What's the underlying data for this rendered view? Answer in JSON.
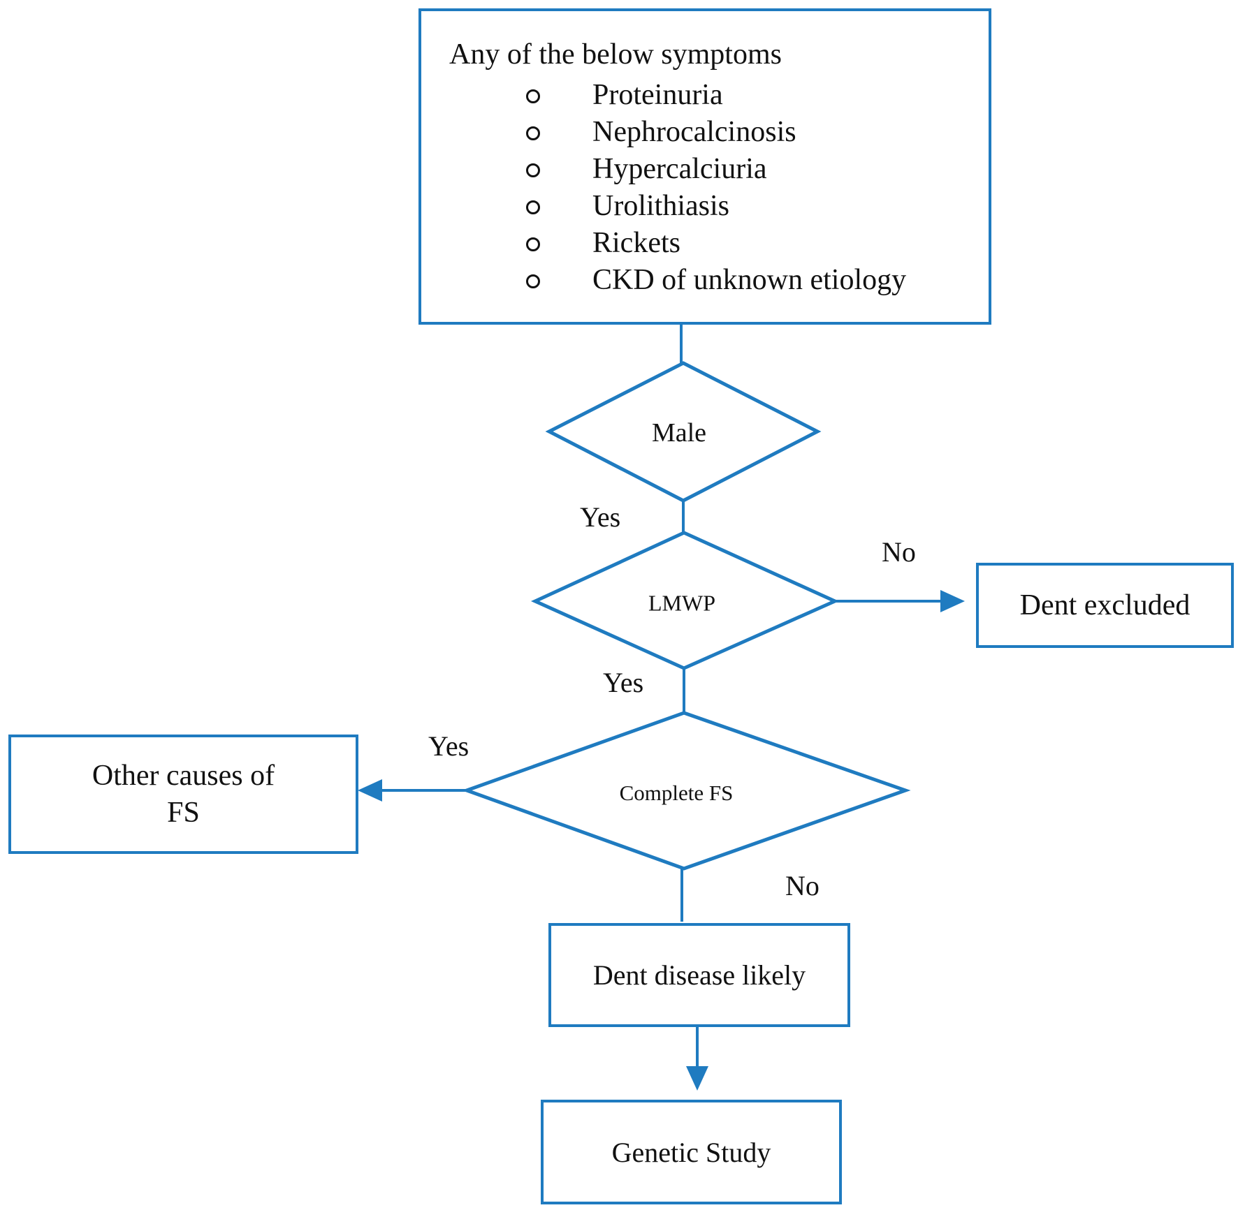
{
  "colors": {
    "stroke": "#1f7bc0",
    "text": "#111111",
    "background": "#ffffff"
  },
  "nodes": {
    "symptoms": {
      "title": "Any of the below symptoms",
      "items": [
        "Proteinuria",
        "Nephrocalcinosis",
        "Hypercalciuria",
        "Urolithiasis",
        "Rickets",
        "CKD of unknown etiology"
      ]
    },
    "male": {
      "label": "Male"
    },
    "lmwp": {
      "label": "LMWP"
    },
    "complete_fs": {
      "label": "Complete FS"
    },
    "dent_excluded": {
      "label": "Dent excluded"
    },
    "other_causes": {
      "line1": "Other causes of",
      "line2": "FS"
    },
    "dent_likely": {
      "label": "Dent disease likely"
    },
    "genetic_study": {
      "label": "Genetic Study"
    }
  },
  "edges": {
    "male_to_lmwp": "Yes",
    "lmwp_to_excluded": "No",
    "lmwp_to_complete": "Yes",
    "complete_to_other": "Yes",
    "complete_to_likely": "No"
  }
}
